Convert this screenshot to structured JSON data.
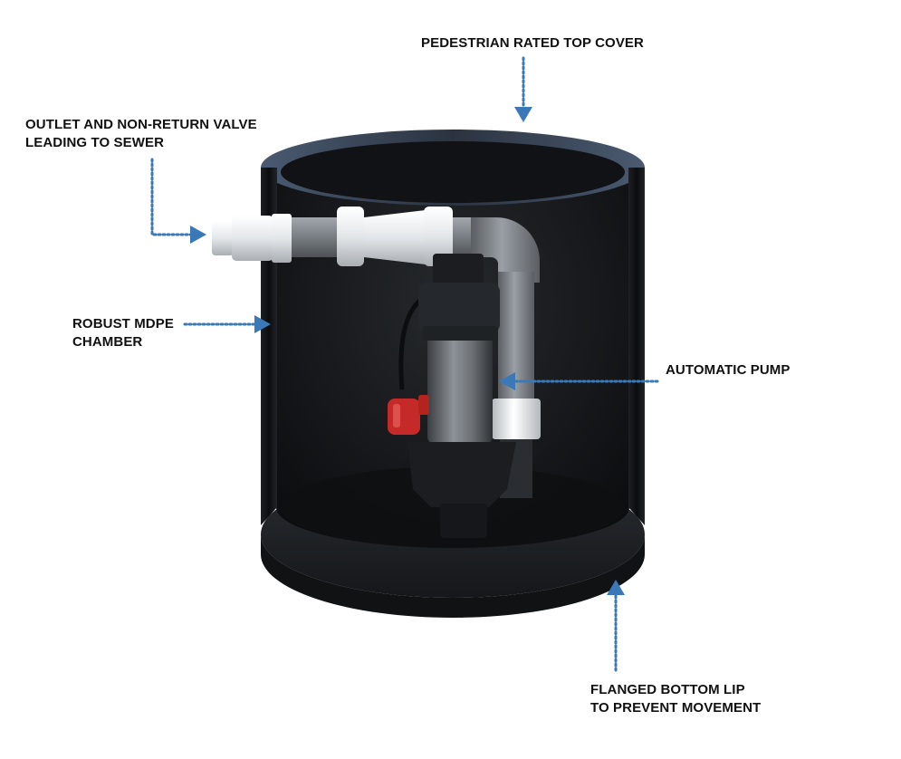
{
  "labels": {
    "top_cover": "PEDESTRIAN RATED TOP COVER",
    "outlet": [
      "OUTLET AND NON-RETURN VALVE",
      "LEADING TO SEWER"
    ],
    "chamber": [
      "ROBUST MDPE",
      "CHAMBER"
    ],
    "pump": "AUTOMATIC PUMP",
    "bottom_lip": [
      "FLANGED BOTTOM LIP",
      "TO PREVENT MOVEMENT"
    ]
  },
  "colors": {
    "arrow": "#3a78b8",
    "chamber_body": "#141618",
    "chamber_rim": "#3c4a5c",
    "pipe_grey": "#7d8288",
    "fitting_white": "#e9ecef",
    "float_red": "#c62a28",
    "text": "#111111"
  }
}
